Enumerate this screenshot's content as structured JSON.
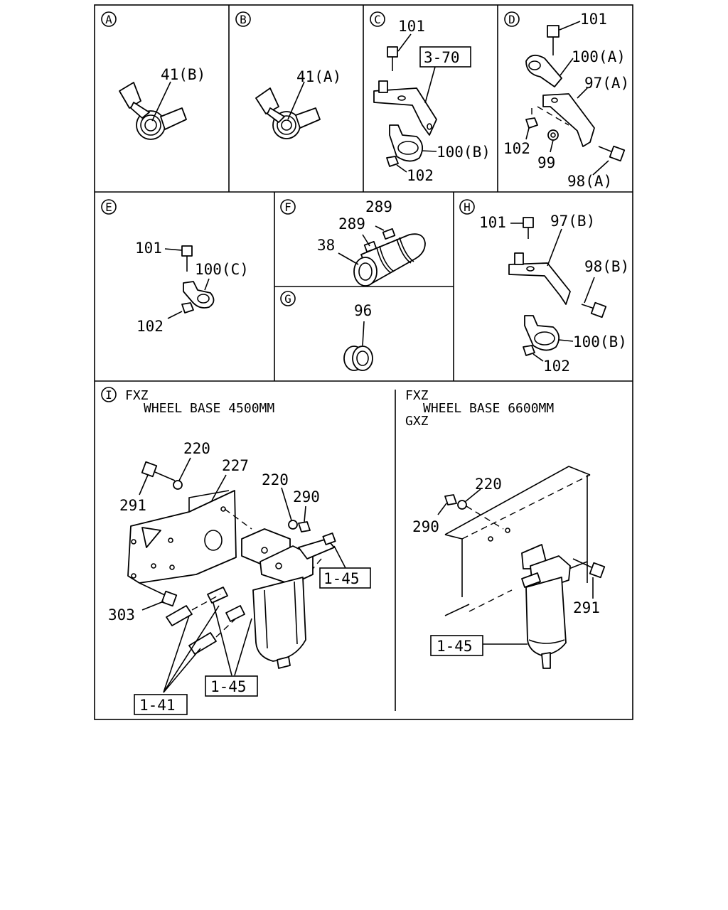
{
  "panels": {
    "A": {
      "letter": "A",
      "labels": [
        "41(B)"
      ]
    },
    "B": {
      "letter": "B",
      "labels": [
        "41(A)"
      ]
    },
    "C": {
      "letter": "C",
      "labels": [
        "101",
        "3-70",
        "100(B)",
        "102"
      ]
    },
    "D": {
      "letter": "D",
      "labels": [
        "101",
        "100(A)",
        "97(A)",
        "102",
        "99",
        "98(A)"
      ]
    },
    "E": {
      "letter": "E",
      "labels": [
        "101",
        "100(C)",
        "102"
      ]
    },
    "F": {
      "letter": "F",
      "labels": [
        "289",
        "289",
        "38"
      ]
    },
    "G": {
      "letter": "G",
      "labels": [
        "96"
      ]
    },
    "H": {
      "letter": "H",
      "labels": [
        "101",
        "97(B)",
        "98(B)",
        "100(B)",
        "102"
      ]
    },
    "I": {
      "letter": "I",
      "left": {
        "caption": [
          "FXZ",
          "WHEEL BASE 4500MM"
        ],
        "labels": [
          "220",
          "227",
          "291",
          "220",
          "290",
          "1-45",
          "303",
          "1-45",
          "1-41"
        ]
      },
      "right": {
        "caption": [
          "FXZ",
          "WHEEL BASE 6600MM",
          "GXZ"
        ],
        "labels": [
          "220",
          "290",
          "291",
          "1-45"
        ]
      }
    }
  }
}
